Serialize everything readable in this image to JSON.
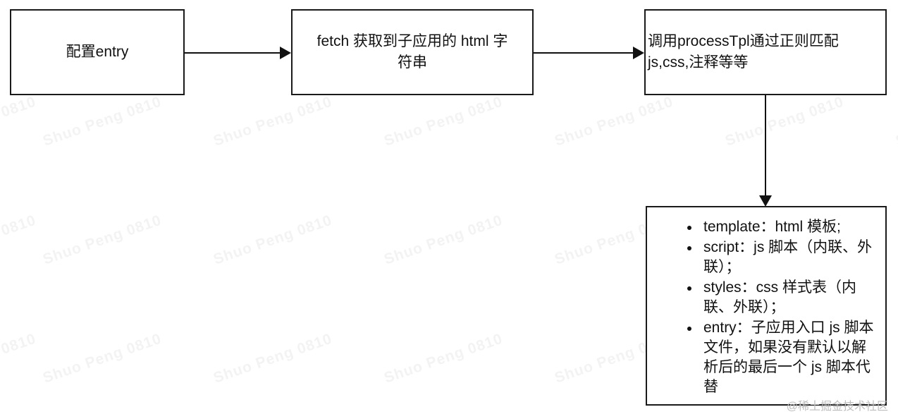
{
  "diagram": {
    "background_color": "#ffffff",
    "stroke_color": "#111111",
    "nodes": [
      {
        "id": "config-entry",
        "label": "配置entry",
        "align": "center"
      },
      {
        "id": "fetch-html",
        "label": "fetch 获取到子应用的 html 字\n符串",
        "align": "center"
      },
      {
        "id": "process-tpl",
        "label": "调用processTpl通过正则匹配\njs,css,注释等等",
        "align": "left"
      }
    ],
    "result_node": {
      "id": "parse-result",
      "bullets": [
        "template：html 模板;",
        "script：js 脚本（内联、外联）；",
        "styles：css 样式表（内联、外联）；",
        "entry：子应用入口 js 脚本文件，如果没有默认以解析后的最后一个 js 脚本代替"
      ]
    },
    "edges": [
      {
        "id": "edge-config-to-fetch",
        "direction": "right"
      },
      {
        "id": "edge-fetch-to-process",
        "direction": "right"
      },
      {
        "id": "edge-process-to-result",
        "direction": "down"
      }
    ]
  },
  "watermarks": {
    "background_text": "Shuo Peng 0810",
    "corner_text": "@稀土掘金技术社区"
  }
}
